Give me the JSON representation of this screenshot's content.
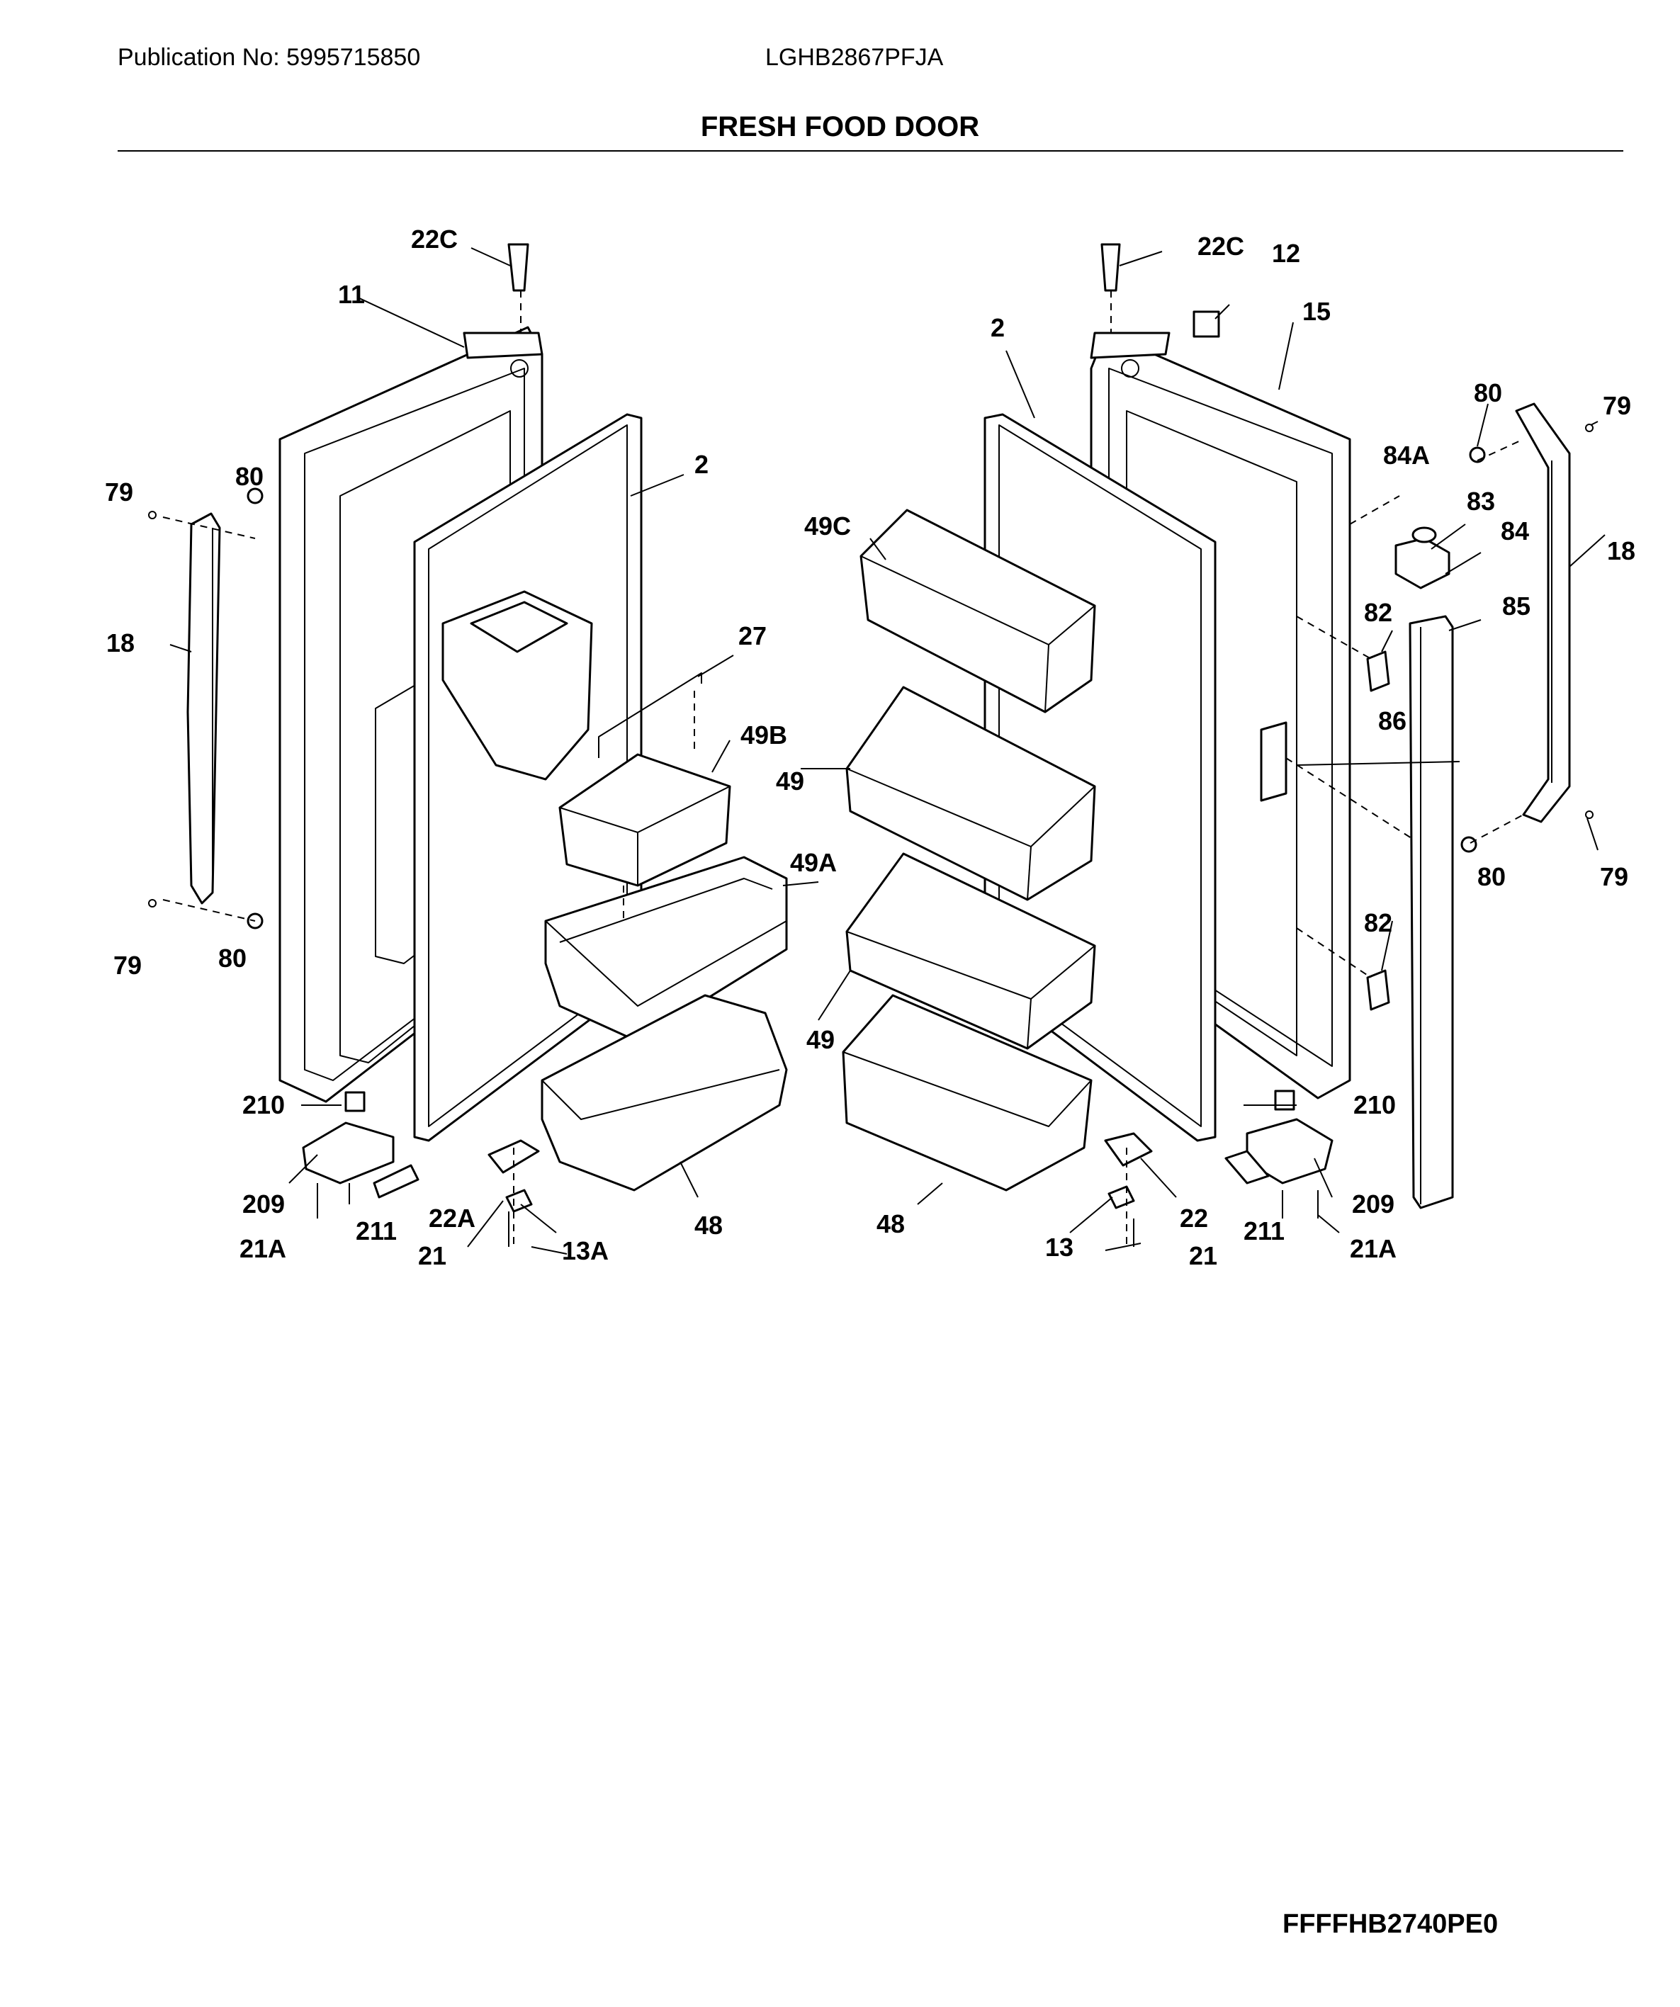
{
  "header": {
    "publication": "Publication No: 5995715850",
    "model": "LGHB2867PFJA",
    "title": "FRESH FOOD DOOR"
  },
  "footer": {
    "code": "FFFFHB2740PE0"
  },
  "callouts": {
    "c22c_left": "22C",
    "c11": "11",
    "c2_left": "2",
    "c79_top_left": "79",
    "c80_top_left": "80",
    "c18_left": "18",
    "c27": "27",
    "c49b": "49B",
    "c49a": "49A",
    "c79_bot_left": "79",
    "c80_bot_left": "80",
    "c210_left": "210",
    "c209_left": "209",
    "c21a_left": "21A",
    "c211_left": "211",
    "c22a": "22A",
    "c21_left": "21",
    "c13a": "13A",
    "c48_left": "48",
    "c22c_right": "22C",
    "c12": "12",
    "c15": "15",
    "c2_right": "2",
    "c80_top_right": "80",
    "c79_top_right": "79",
    "c84a": "84A",
    "c83": "83",
    "c84": "84",
    "c18_right": "18",
    "c49c": "49C",
    "c82_top": "82",
    "c85": "85",
    "c49_top": "49",
    "c86": "86",
    "c80_bot_right": "80",
    "c79_bot_right": "79",
    "c82_bot": "82",
    "c49_bot": "49",
    "c48_right": "48",
    "c210_right": "210",
    "c22": "22",
    "c211_right": "211",
    "c209_right": "209",
    "c13": "13",
    "c21_right": "21",
    "c21a_right": "21A"
  }
}
